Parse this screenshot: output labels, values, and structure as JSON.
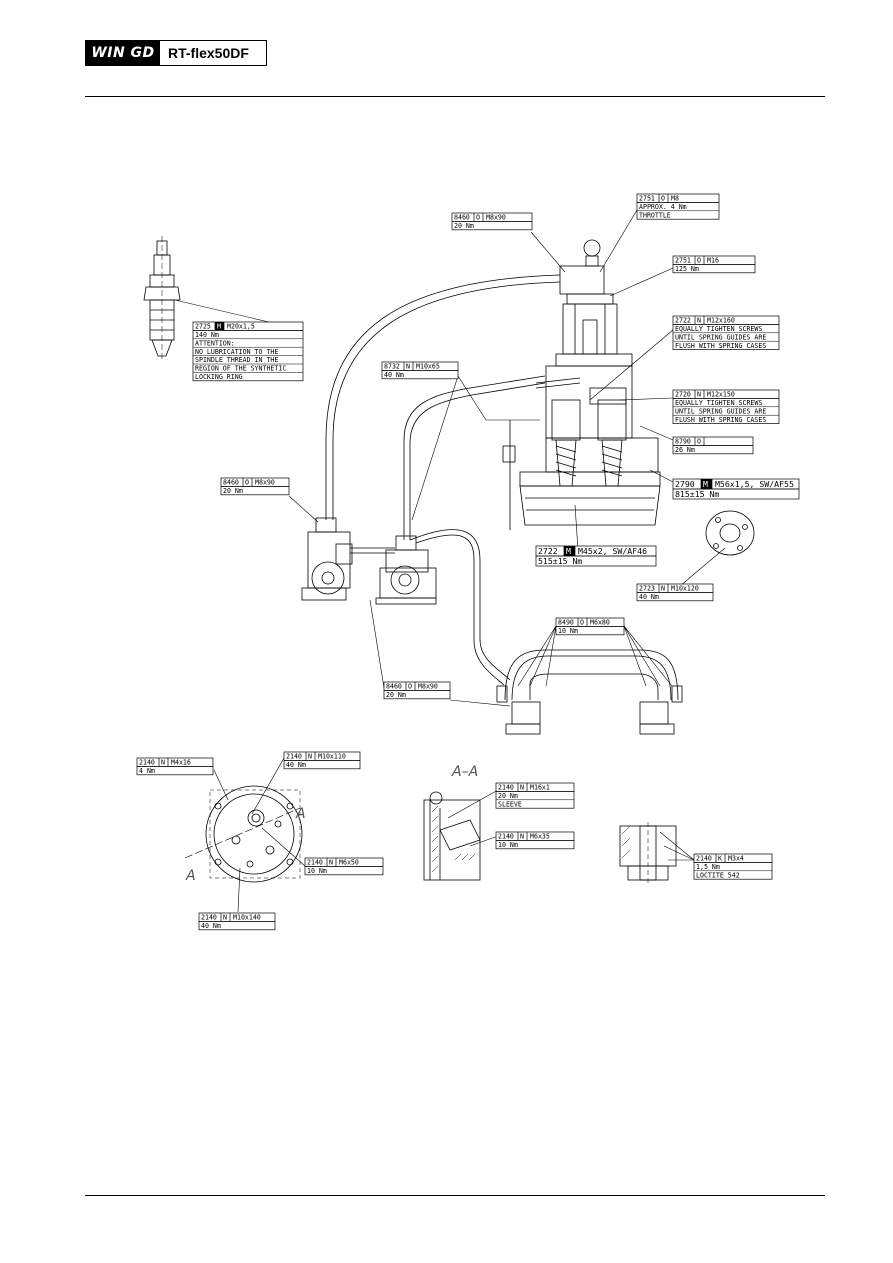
{
  "header": {
    "brand": "WIN GD",
    "model": "RT-flex50DF"
  },
  "drawing": {
    "callouts": {
      "c1": [
        "8460",
        "O",
        "M8x90",
        "20 Nm"
      ],
      "c2": [
        "2751",
        "O",
        "M8",
        "APPROX. 4 Nm",
        "THROTTLE"
      ],
      "c3": [
        "2751",
        "O",
        "M16",
        "125 Nm"
      ],
      "c4": [
        "2722",
        "N",
        "M12x160",
        "EQUALLY TIGHTEN SCREWS",
        "UNTIL SPRING GUIDES ARE",
        "FLUSH WITH SPRING CASES"
      ],
      "c5": [
        "2725",
        "M",
        "M20x1,5",
        "140 Nm",
        "ATTENTION:",
        "NO LUBRICATION TO THE",
        "SPINDLE THREAD IN THE",
        "REGION OF THE SYNTHETIC",
        "LOCKING RING"
      ],
      "c6": [
        "8732",
        "N",
        "M10x65",
        "40 Nm"
      ],
      "c7": [
        "2720",
        "N",
        "M12x150",
        "EQUALLY TIGHTEN SCREWS",
        "UNTIL SPRING GUIDES ARE",
        "FLUSH WITH SPRING CASES"
      ],
      "c8": [
        "8790",
        "O",
        "",
        "26 Nm"
      ],
      "c9": [
        "2790",
        "M",
        "M56x1,5, SW/AF55",
        "815±15 Nm"
      ],
      "c10": [
        "8460",
        "O",
        "M8x90",
        "20 Nm"
      ],
      "c11": [
        "2722",
        "M",
        "M45x2, SW/AF46",
        "515±15 Nm"
      ],
      "c12": [
        "2723",
        "N",
        "M10x120",
        "40 Nm"
      ],
      "c13": [
        "8490",
        "O",
        "M6x80",
        "10 Nm"
      ],
      "c14": [
        "8460",
        "O",
        "M8x90",
        "20 Nm"
      ],
      "c15": [
        "2140",
        "N",
        "M4x16",
        "4 Nm"
      ],
      "c16": [
        "2140",
        "N",
        "M10x110",
        "40 Nm"
      ],
      "c17": [
        "2140",
        "N",
        "M6x50",
        "10 Nm"
      ],
      "c18": [
        "2140",
        "N",
        "M10x140",
        "40 Nm"
      ],
      "c19": [
        "2140",
        "N",
        "M16x1",
        "20 Nm",
        "SLEEVE"
      ],
      "c20": [
        "2140",
        "N",
        "M6x35",
        "10 Nm"
      ],
      "c21": [
        "2140",
        "K",
        "M3x4",
        "1,5 Nm",
        "LOCTITE 542"
      ]
    },
    "section_labels": {
      "section_title": "A–A",
      "mark_a_upper": "A",
      "mark_a_lower": "A"
    }
  }
}
